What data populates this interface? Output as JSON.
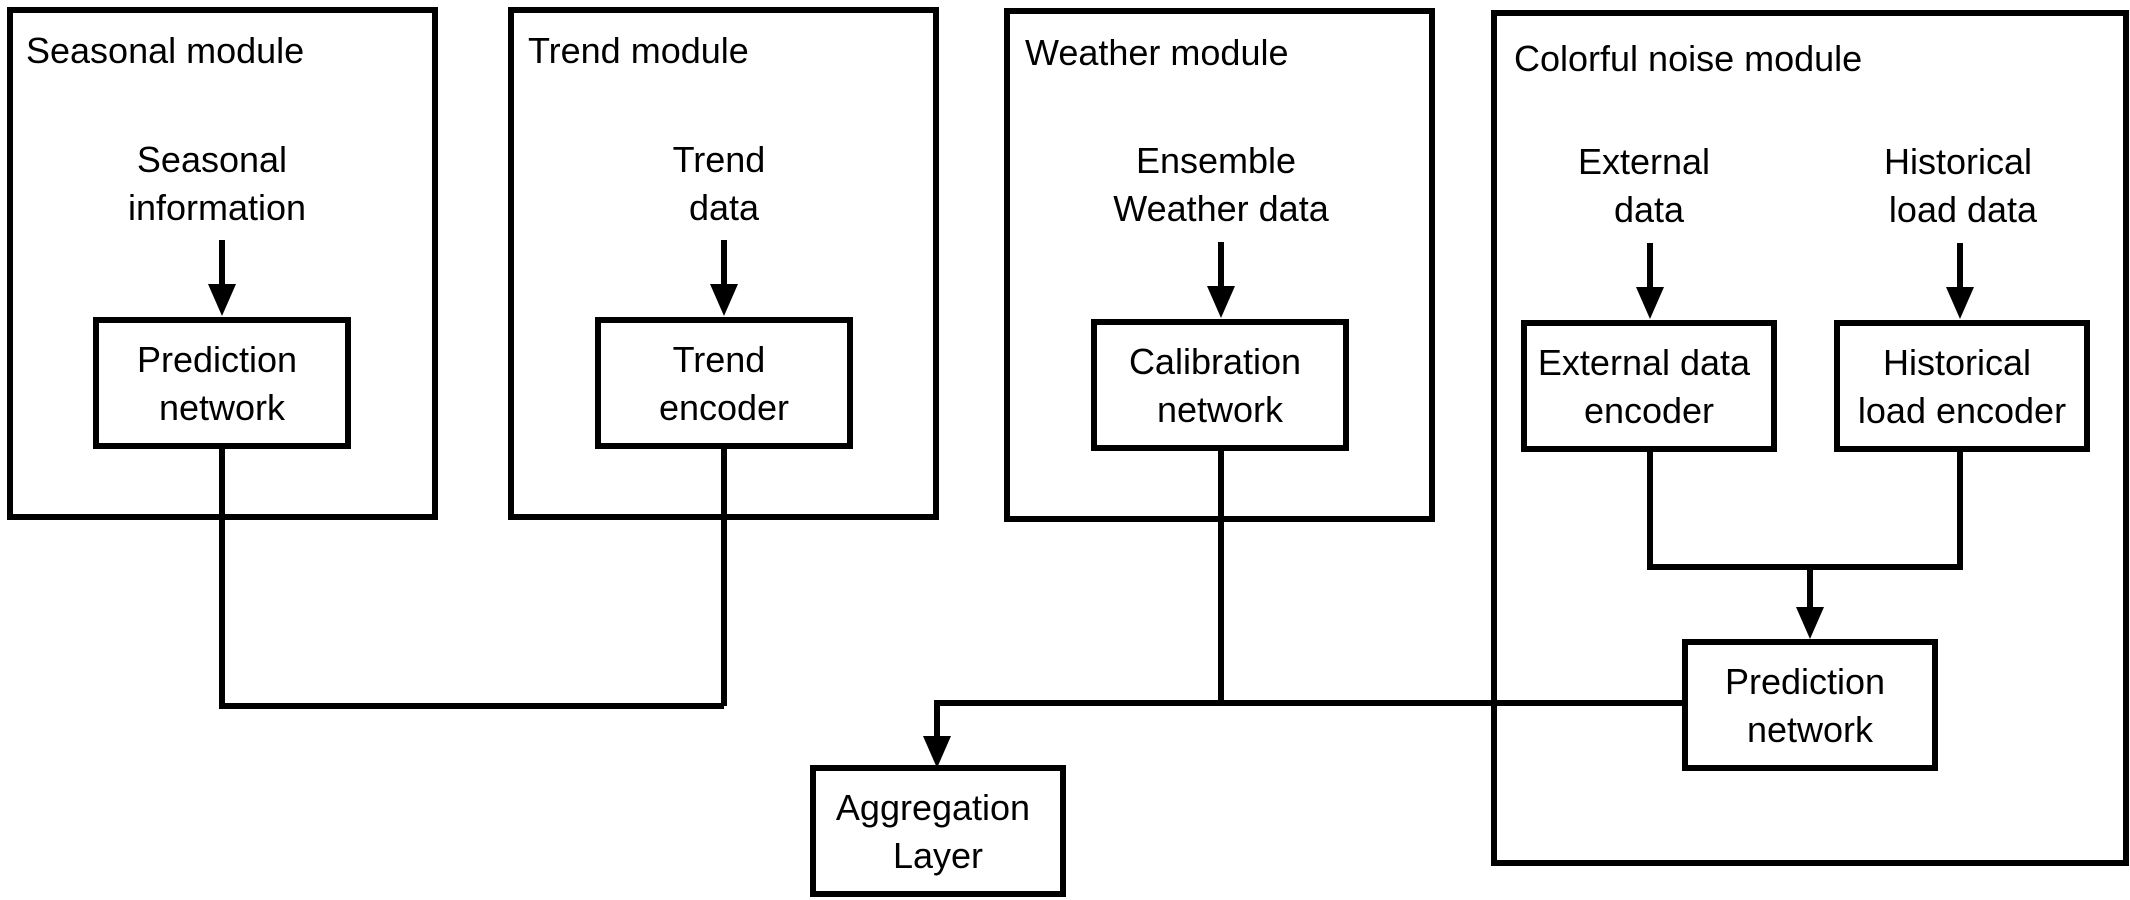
{
  "modules": {
    "seasonal": {
      "title": "Seasonal module",
      "input": [
        "Seasonal",
        "information"
      ],
      "block": [
        "Prediction",
        "network"
      ]
    },
    "trend": {
      "title": "Trend module",
      "input": [
        "Trend",
        "data"
      ],
      "block": [
        "Trend",
        "encoder"
      ]
    },
    "weather": {
      "title": "Weather module",
      "input": [
        "Ensemble",
        "Weather data"
      ],
      "block": [
        "Calibration",
        "network"
      ]
    },
    "noise": {
      "title": "Colorful noise module",
      "input_external": [
        "External",
        "data"
      ],
      "input_historical": [
        "Historical",
        "load data"
      ],
      "block_external": [
        "External data",
        "encoder"
      ],
      "block_historical": [
        "Historical",
        "load encoder"
      ],
      "block_prediction": [
        "Prediction",
        "network"
      ]
    }
  },
  "aggregation": [
    "Aggregation",
    "Layer"
  ]
}
